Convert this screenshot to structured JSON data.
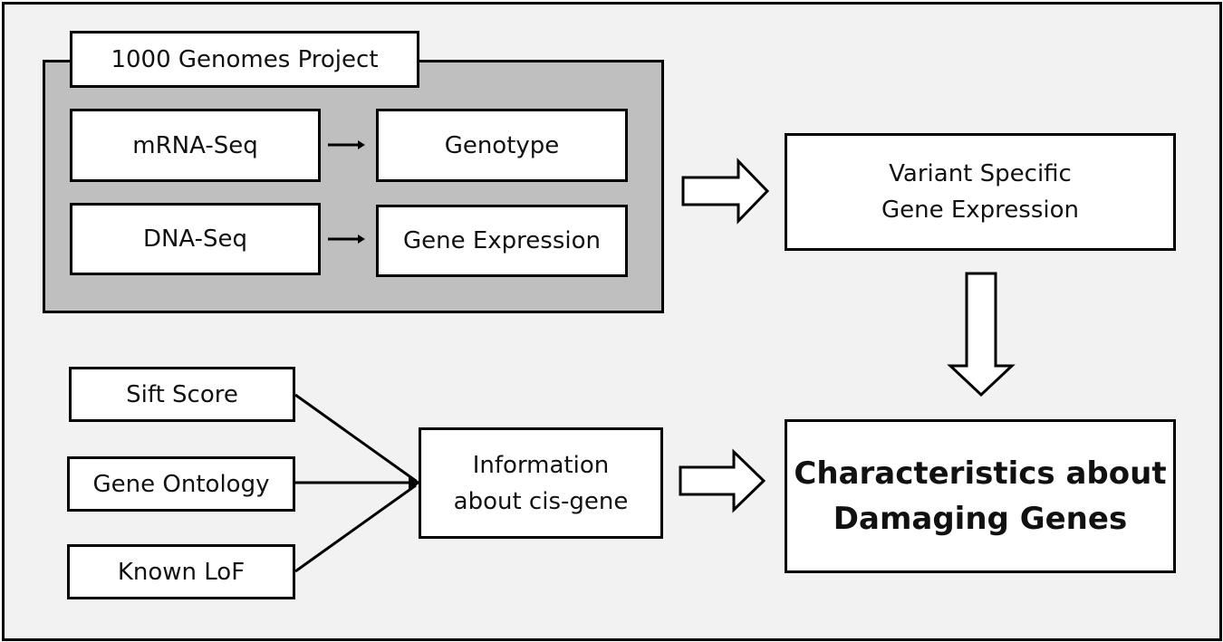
{
  "source_project": {
    "title": "1000 Genomes Project"
  },
  "data_types": {
    "mrna_seq": "mRNA-Seq",
    "dna_seq": "DNA-Seq",
    "genotype": "Genotype",
    "gene_expression": "Gene Expression"
  },
  "variant_expression": {
    "line1": "Variant Specific",
    "line2": "Gene Expression"
  },
  "annotations": {
    "sift_score": "Sift Score",
    "gene_ontology": "Gene Ontology",
    "known_lof": "Known LoF"
  },
  "cis_gene_info": {
    "line1": "Information",
    "line2": "about cis-gene"
  },
  "result": {
    "line1": "Characteristics about",
    "line2": "Damaging Genes"
  },
  "colors": {
    "background": "#f2f2f2",
    "panel": "#bfbfbf",
    "box": "#ffffff",
    "stroke": "#000000"
  }
}
